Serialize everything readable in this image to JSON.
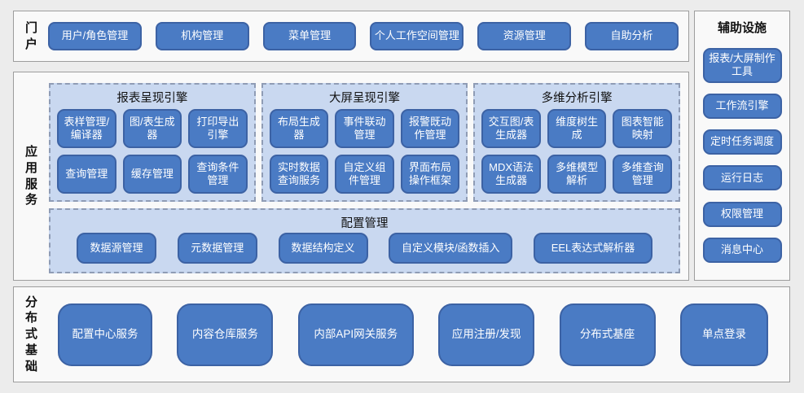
{
  "colors": {
    "page_bg": "#ececec",
    "section_bg": "#f9f9f9",
    "section_border": "#9d9d9d",
    "block_fill": "#4a7bc4",
    "block_border": "#3c62a4",
    "panel_fill": "#c9d8f0",
    "panel_dash_border": "#8f9cb5",
    "block_text": "#ffffff"
  },
  "portal": {
    "label": "门户",
    "buttons": [
      "用户/角色管理",
      "机构管理",
      "菜单管理",
      "个人工作空间管理",
      "资源管理",
      "自助分析"
    ]
  },
  "auxiliary": {
    "title": "辅助设施",
    "buttons": [
      "报表/大屏制作工具",
      "工作流引擎",
      "定时任务调度",
      "运行日志",
      "权限管理",
      "消息中心"
    ]
  },
  "app_services": {
    "label": "应用服务",
    "engines": [
      {
        "title": "报表呈现引擎",
        "buttons": [
          "表样管理/编译器",
          "图/表生成器",
          "打印导出引擎",
          "查询管理",
          "缓存管理",
          "查询条件管理"
        ]
      },
      {
        "title": "大屏呈现引擎",
        "buttons": [
          "布局生成器",
          "事件联动管理",
          "报警既动作管理",
          "实时数据查询服务",
          "自定义组件管理",
          "界面布局操作框架"
        ]
      },
      {
        "title": "多维分析引擎",
        "buttons": [
          "交互图/表生成器",
          "维度树生成",
          "图表智能映射",
          "MDX语法生成器",
          "多维模型解析",
          "多维查询管理"
        ]
      }
    ],
    "config": {
      "title": "配置管理",
      "buttons": [
        "数据源管理",
        "元数据管理",
        "数据结构定义",
        "自定义模块/函数插入",
        "EEL表达式解析器"
      ]
    }
  },
  "distributed": {
    "label": "分布式基础",
    "buttons": [
      "配置中心服务",
      "内容仓库服务",
      "内部API网关服务",
      "应用注册/发现",
      "分布式基座",
      "单点登录"
    ]
  }
}
